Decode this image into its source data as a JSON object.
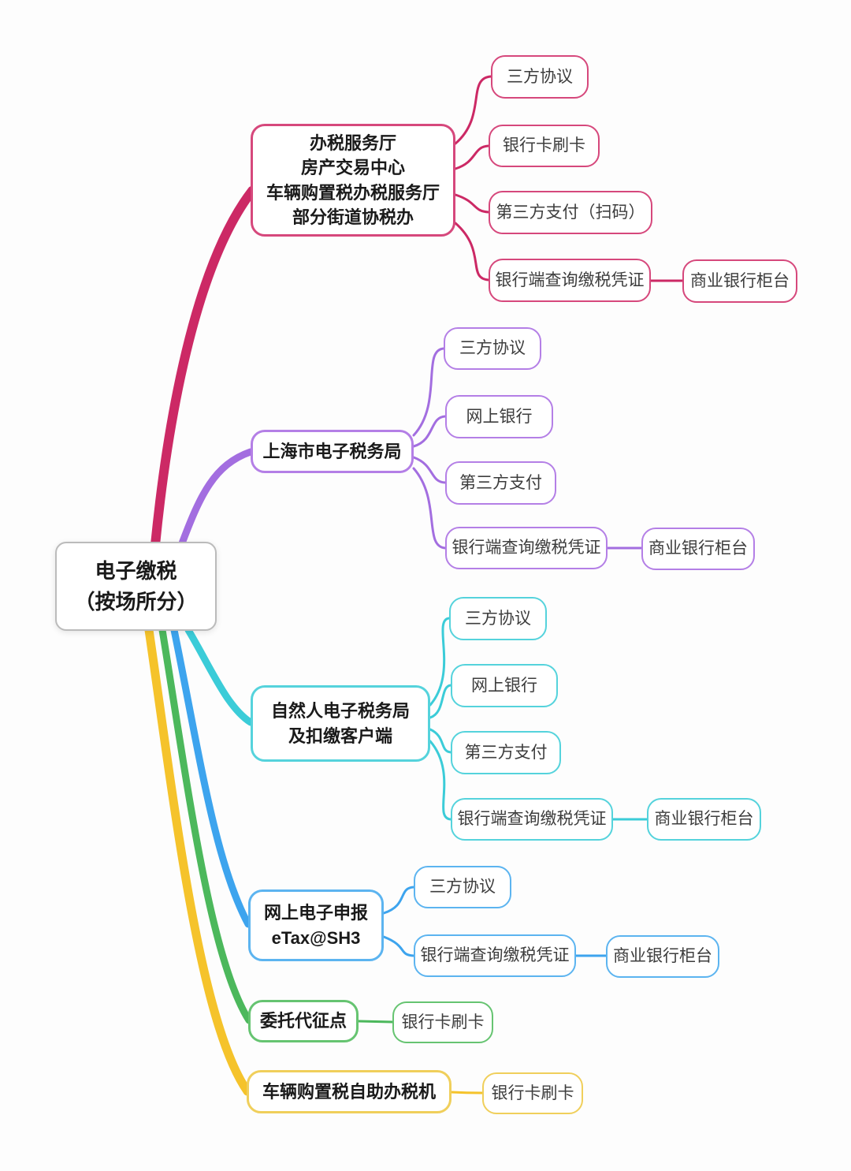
{
  "palette": {
    "rose": {
      "line": "#cc2965",
      "border": "#d6487c"
    },
    "purple": {
      "line": "#a36ee0",
      "border": "#b47fe6"
    },
    "cyan": {
      "line": "#3bccd8",
      "border": "#55d3dc"
    },
    "blue": {
      "line": "#3da4ee",
      "border": "#5cb4f0"
    },
    "green": {
      "line": "#4cb85c",
      "border": "#66c471"
    },
    "yellow": {
      "line": "#f5c32b",
      "border": "#f0cf5b"
    },
    "gray_border": "#bbbbbb",
    "text_dark": "#1a1a1a",
    "text_leaf": "#3d3d3d"
  },
  "root": {
    "label": "电子缴税\n（按场所分）"
  },
  "branches": [
    {
      "label": "办税服务厅\n房产交易中心\n车辆购置税办税服务厅\n部分街道协税办",
      "color": "rose",
      "children": [
        {
          "label": "三方协议"
        },
        {
          "label": "银行卡刷卡"
        },
        {
          "label": "第三方支付（扫码）"
        },
        {
          "label": "银行端查询缴税凭证",
          "children": [
            {
              "label": "商业银行柜台"
            }
          ]
        }
      ]
    },
    {
      "label": "上海市电子税务局",
      "color": "purple",
      "children": [
        {
          "label": "三方协议"
        },
        {
          "label": "网上银行"
        },
        {
          "label": "第三方支付"
        },
        {
          "label": "银行端查询缴税凭证",
          "children": [
            {
              "label": "商业银行柜台"
            }
          ]
        }
      ]
    },
    {
      "label": "自然人电子税务局\n及扣缴客户端",
      "color": "cyan",
      "children": [
        {
          "label": "三方协议"
        },
        {
          "label": "网上银行"
        },
        {
          "label": "第三方支付"
        },
        {
          "label": "银行端查询缴税凭证",
          "children": [
            {
              "label": "商业银行柜台"
            }
          ]
        }
      ]
    },
    {
      "label": "网上电子申报\neTax@SH3",
      "color": "blue",
      "children": [
        {
          "label": "三方协议"
        },
        {
          "label": "银行端查询缴税凭证",
          "children": [
            {
              "label": "商业银行柜台"
            }
          ]
        }
      ]
    },
    {
      "label": "委托代征点",
      "color": "green",
      "children": [
        {
          "label": "银行卡刷卡"
        }
      ]
    },
    {
      "label": "车辆购置税自助办税机",
      "color": "yellow",
      "children": [
        {
          "label": "银行卡刷卡"
        }
      ]
    }
  ]
}
